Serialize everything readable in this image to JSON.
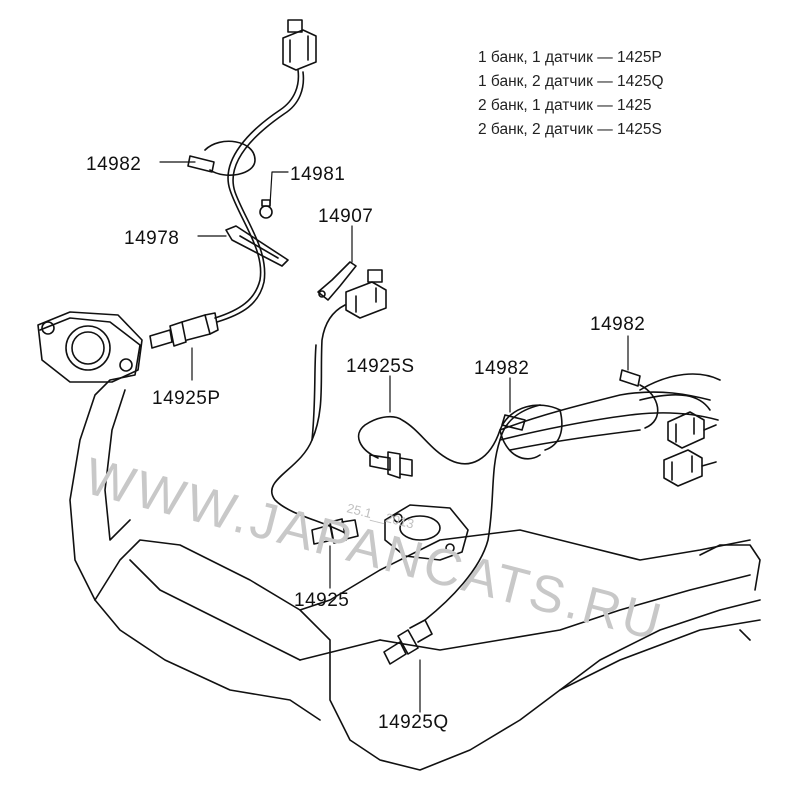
{
  "legend": [
    "1 банк, 1 датчик — 1425P",
    "1 банк, 2 датчик — 1425Q",
    "2 банк, 1 датчик — 1425",
    "2 банк, 2 датчик — 1425S"
  ],
  "callouts": {
    "c14982_top": "14982",
    "c14981": "14981",
    "c14978": "14978",
    "c14907": "14907",
    "c14925P": "14925P",
    "c14925S": "14925S",
    "c14982_mid": "14982",
    "c14982_right": "14982",
    "c14925": "14925",
    "c14925Q": "14925Q"
  },
  "watermark": {
    "text": "WWW.JAPANCATS.RU",
    "stamp": "25.1__2013"
  }
}
